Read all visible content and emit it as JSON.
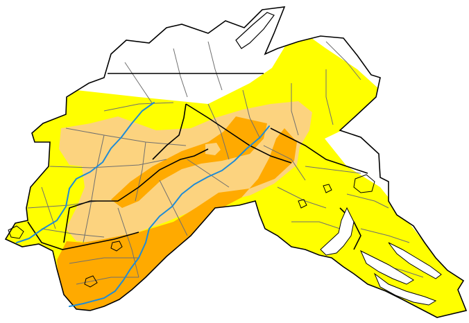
{
  "map": {
    "background": "#ffffff",
    "layers": [
      {
        "name": "no-drought-region",
        "fill": "#ffffff"
      },
      {
        "name": "abnormally-dry-region",
        "fill": "#ffff00"
      },
      {
        "name": "moderate-drought-region",
        "fill": "#fcd37f"
      },
      {
        "name": "severe-drought-region",
        "fill": "#ffaa00"
      }
    ],
    "lines": {
      "county_border": "#6f6f6f",
      "state_border": "#000000",
      "river": "#1e8bd6",
      "lake_outline": "#000000"
    }
  }
}
